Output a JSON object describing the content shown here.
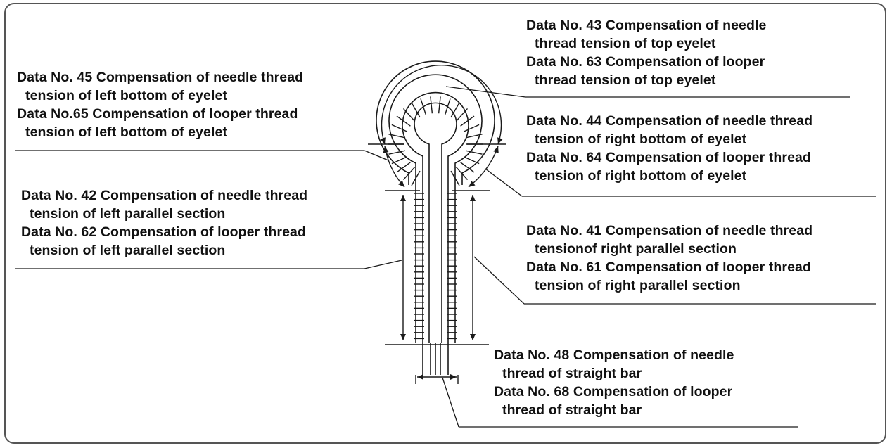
{
  "callouts": {
    "c43": {
      "line1": "Data No. 43  Compensation of needle",
      "line2": "thread tension of top eyelet",
      "line3": "Data No. 63  Compensation of looper",
      "line4": "thread tension of top eyelet"
    },
    "c45": {
      "line1": "Data No. 45  Compensation of needle thread",
      "line2": "tension of left bottom of eyelet",
      "line3": "Data No.65   Compensation of looper thread",
      "line4": "tension of left bottom of eyelet"
    },
    "c44": {
      "line1": "Data No. 44 Compensation of needle thread",
      "line2": "tension of right bottom of eyelet",
      "line3": "Data No. 64  Compensation of looper thread",
      "line4": "tension of right bottom of eyelet"
    },
    "c42": {
      "line1": "Data No. 42  Compensation of needle thread",
      "line2": "tension of left parallel section",
      "line3": "Data No. 62  Compensation of looper thread",
      "line4": "tension of left parallel section"
    },
    "c41": {
      "line1": "Data No. 41  Compensation of needle thread",
      "line2": "tensionof right parallel section",
      "line3": "Data No. 61  Compensation of looper thread",
      "line4": "tension of right parallel section"
    },
    "c48": {
      "line1": "Data No. 48  Compensation of needle",
      "line2": "thread of straight bar",
      "line3": "Data No. 68  Compensation of looper",
      "line4": "thread of straight bar"
    }
  },
  "colors": {
    "stroke": "#1a1a1a",
    "frame": "#555555",
    "background": "#ffffff"
  }
}
